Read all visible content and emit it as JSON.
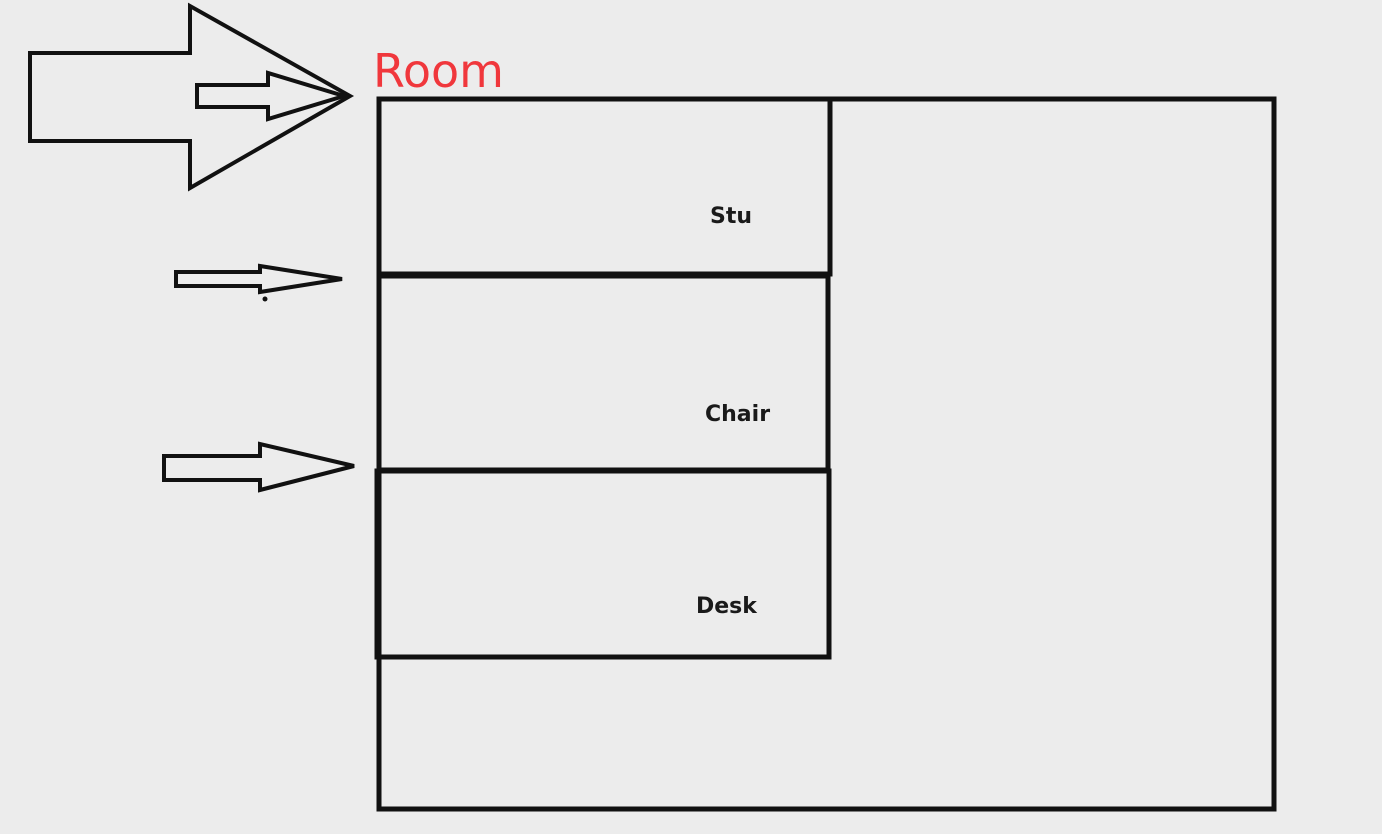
{
  "diagram": {
    "title": "Room",
    "boxes": [
      {
        "id": "stu",
        "label": "Stu"
      },
      {
        "id": "chair",
        "label": "Chair"
      },
      {
        "id": "desk",
        "label": "Desk"
      }
    ]
  },
  "colors": {
    "background": "#ececec",
    "stroke": "#111111",
    "title": "#f0373c"
  }
}
